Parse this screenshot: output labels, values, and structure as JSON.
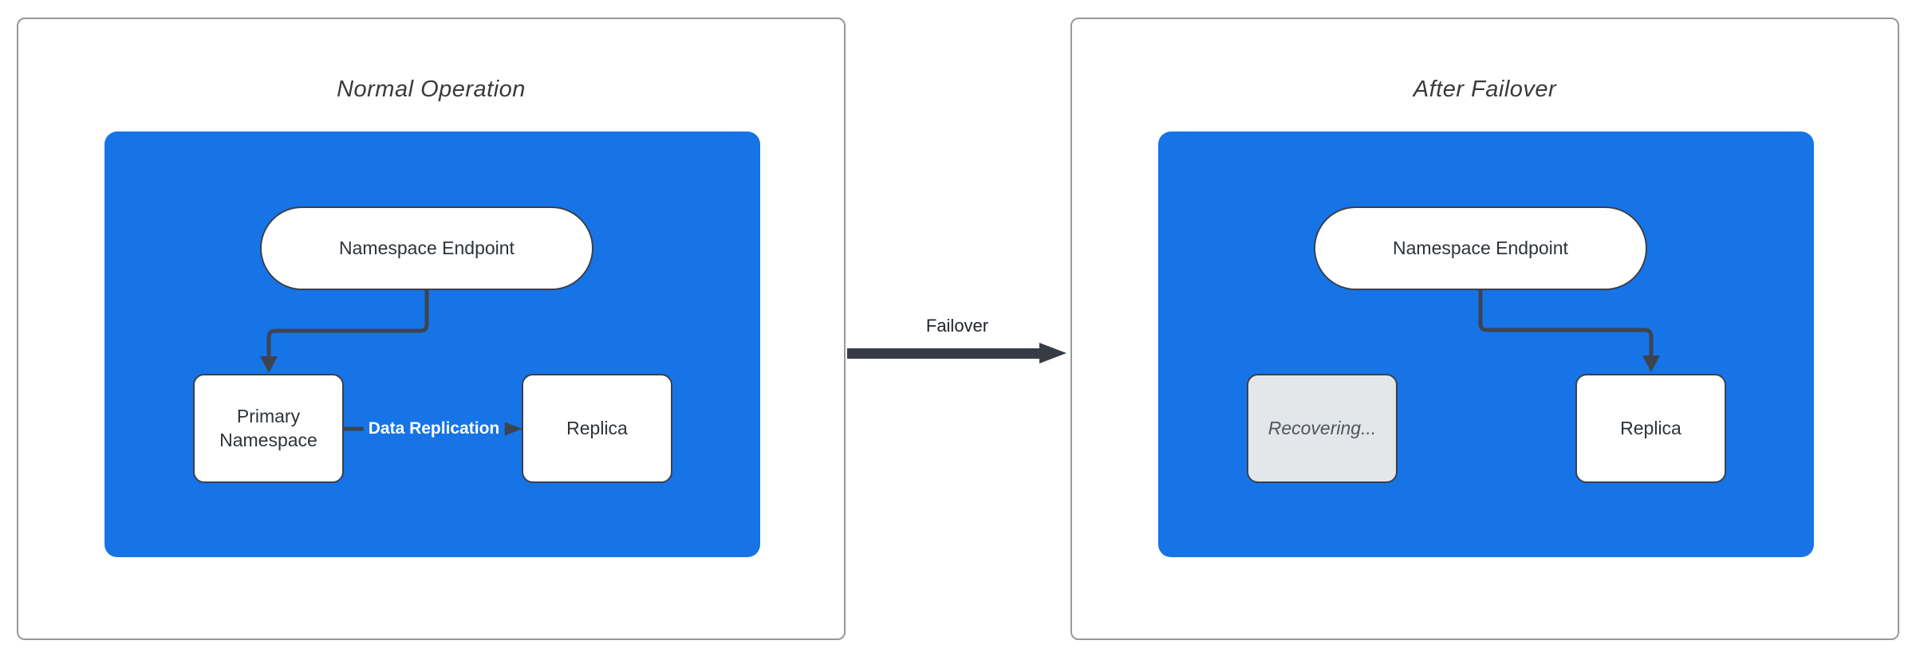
{
  "colors": {
    "blue": "#1674e7",
    "line": "#3d4450",
    "arrow": "#353c46",
    "node-border": "#3a414b",
    "node-text": "#2d3339",
    "title": "#3a3a3a",
    "panel-border": "#95989c",
    "gray-fill": "#e4e6e9",
    "gray-text": "#4d555f",
    "failover-text": "#20252b"
  },
  "panels": [
    {
      "title": "Normal Operation",
      "nodes": {
        "endpoint": "Namespace Endpoint",
        "primary": "Primary Namespace",
        "replica": "Replica"
      },
      "edge_label": "Data Replication"
    },
    {
      "title": "After Failover",
      "nodes": {
        "endpoint": "Namespace Endpoint",
        "recovering": "Recovering...",
        "replica": "Replica"
      }
    }
  ],
  "failover": {
    "label": "Failover"
  }
}
